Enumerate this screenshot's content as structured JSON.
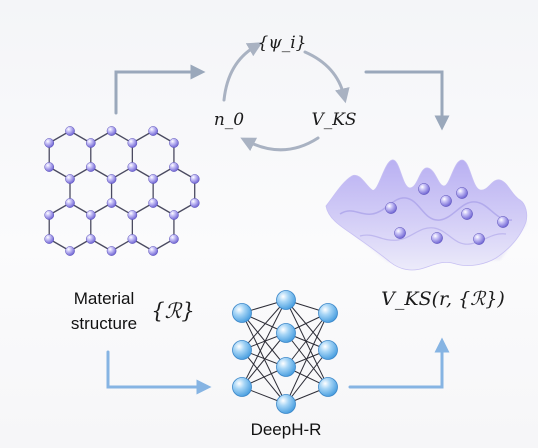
{
  "scf_cycle": {
    "wavefunctions": "{ψ_i}",
    "density": "n_0",
    "potential": "V_KS"
  },
  "material": {
    "caption_line1": "Material",
    "caption_line2": "structure",
    "symbol": "{ℛ}"
  },
  "potential_surface": {
    "label": "V_KS(r, {ℛ})"
  },
  "network": {
    "label": "DeepH-R"
  },
  "colors": {
    "upper_arrow": "#9aa8bb",
    "lower_arrow": "#86b4e3",
    "cycle_arrow": "#a9b2c2",
    "atom": "#9b93e6",
    "bond": "#4a4a60",
    "surface": "#b9b0f2",
    "node": "#7fc0ef"
  }
}
